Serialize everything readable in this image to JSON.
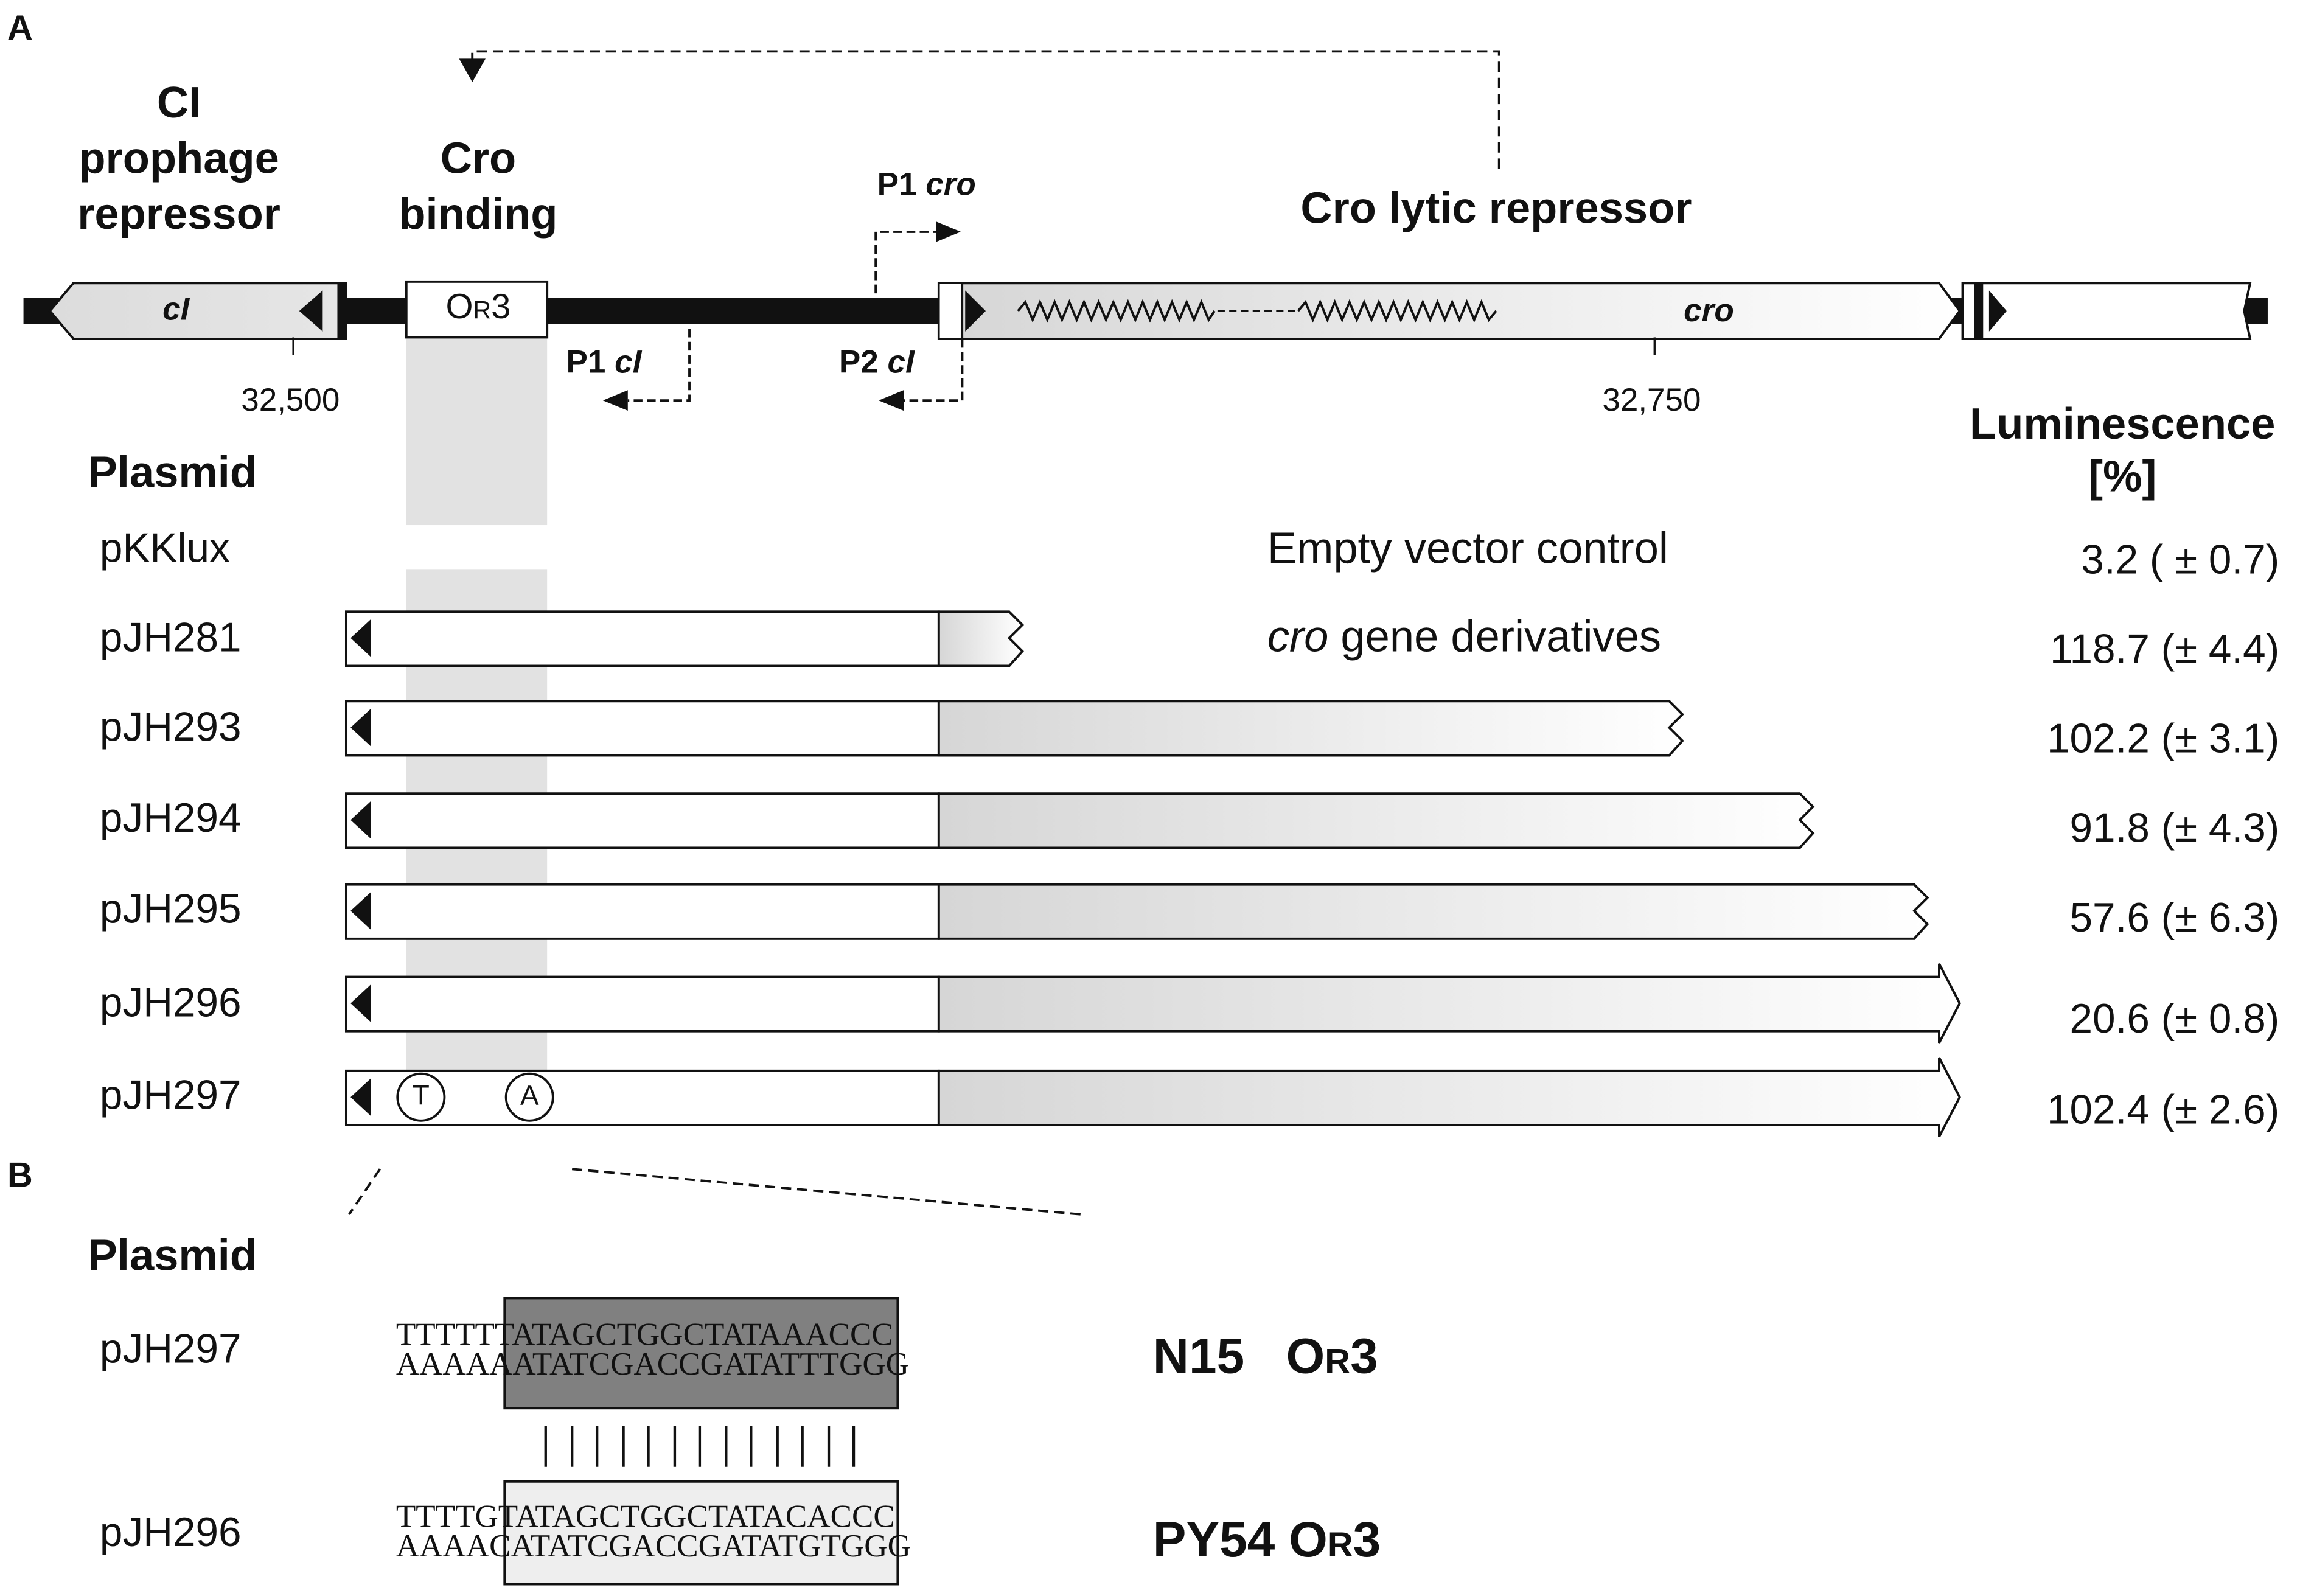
{
  "panelA": {
    "label": "A",
    "titles": {
      "ci": [
        "CI",
        "prophage",
        "repressor"
      ],
      "cro_binding": [
        "Cro",
        "binding"
      ],
      "cro_lytic": "Cro lytic repressor"
    },
    "map": {
      "ci_gene": "cI",
      "cro_gene": "cro",
      "operator": {
        "main": "O",
        "sub": "R",
        "num": "3"
      },
      "promoters": {
        "p1cro": {
          "prefix": "P1 ",
          "gene": "cro"
        },
        "p1ci": {
          "prefix": "P1 ",
          "gene": "cI"
        },
        "p2ci": {
          "prefix": "P2 ",
          "gene": "cI"
        }
      },
      "coords": [
        "32,500",
        "32,750"
      ]
    },
    "plasmid_header": "Plasmid",
    "lum_header": [
      "Luminescence",
      "[%]"
    ],
    "empty_vector_text": "Empty vector control",
    "derivatives_text": {
      "gene": "cro",
      "rest": " gene derivatives"
    },
    "mutations": [
      "T",
      "A"
    ],
    "plasmids": [
      {
        "name": "pKKlux",
        "lum": "3.2 ( ± 0.7)"
      },
      {
        "name": "pJH281",
        "lum": "118.7 (± 4.4)"
      },
      {
        "name": "pJH293",
        "lum": "102.2 (± 3.1)"
      },
      {
        "name": "pJH294",
        "lum": "91.8 (± 4.3)"
      },
      {
        "name": "pJH295",
        "lum": "57.6 (± 6.3)"
      },
      {
        "name": "pJH296",
        "lum": "20.6 (± 0.8)"
      },
      {
        "name": "pJH297",
        "lum": "102.4 (± 2.6)"
      }
    ]
  },
  "panelB": {
    "label": "B",
    "plasmid_header": "Plasmid",
    "sequences": [
      {
        "plasmid": "pJH297",
        "top_flank_l": "TTTT",
        "top_box": "TTATAGCTGGCTATAA",
        "top_flank_r": "ACCC",
        "bot_flank_l": "AAAA",
        "bot_box": "AATATCGACCGATATT",
        "bot_flank_r": "TGGG",
        "label_main": "N15   O",
        "label_sub": "R",
        "label_num": "3"
      },
      {
        "plasmid": "pJH296",
        "top_flank_l": "TTTT",
        "top_box": "GTATAGCTGGCTATAC",
        "top_flank_r": "ACCC",
        "bot_flank_l": "AAAA",
        "bot_box": "CATATCGACCGATATG",
        "bot_flank_r": "TGGG",
        "label_main": "PY54 O",
        "label_sub": "R",
        "label_num": "3"
      }
    ],
    "colors": {
      "n15_box": "#808080",
      "py54_box": "#eeeeee"
    }
  }
}
